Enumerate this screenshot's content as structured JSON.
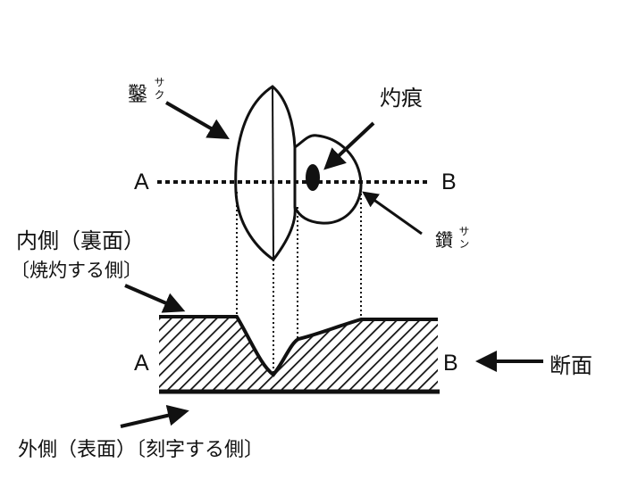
{
  "labels": {
    "saku_kanji": "鑿",
    "saku_ruby": "サク",
    "burn_mark": "灼痕",
    "point_a": "A",
    "point_b": "B",
    "san_kanji": "鑽",
    "san_ruby": "サン",
    "inner_side": "内側（裏面）",
    "inner_note": "〔焼灼する側〕",
    "section_a": "A",
    "section_b": "B",
    "cross_section": "断面",
    "outer_side": "外側（表面）〔刻字する側〕"
  }
}
